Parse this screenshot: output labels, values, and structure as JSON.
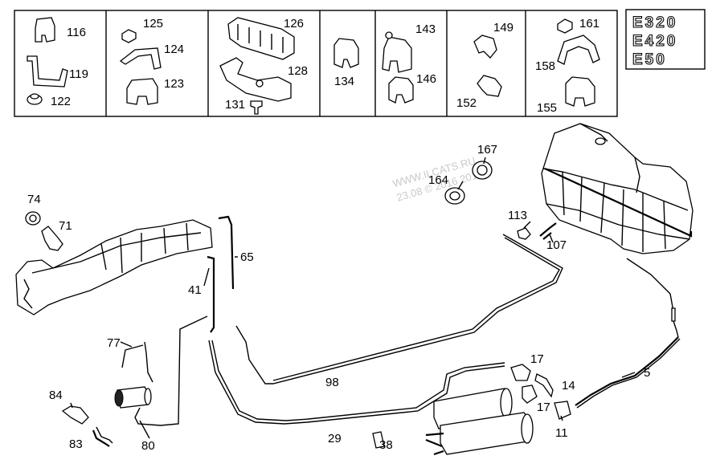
{
  "watermark": {
    "line1": "WWW.ILCATS.RU",
    "line2": "23.08 © 2016 2018"
  },
  "models": [
    "E320",
    "E420",
    "E50"
  ],
  "legend_parts": {
    "p116": "116",
    "p119": "119",
    "p122": "122",
    "p125": "125",
    "p124": "124",
    "p123": "123",
    "p126": "126",
    "p128": "128",
    "p131": "131",
    "p134": "134",
    "p143": "143",
    "p146": "146",
    "p149": "149",
    "p152": "152",
    "p161": "161",
    "p158": "158",
    "p155": "155"
  },
  "diagram_parts": {
    "p74": "74",
    "p71": "71",
    "p65": "65",
    "p41": "41",
    "p77": "77",
    "p84": "84",
    "p83": "83",
    "p80": "80",
    "p98": "98",
    "p29": "29",
    "p38": "38",
    "p167": "167",
    "p164": "164",
    "p113": "113",
    "p107": "107",
    "p17a": "17",
    "p14": "14",
    "p17b": "17",
    "p11": "11",
    "p5": "5"
  }
}
